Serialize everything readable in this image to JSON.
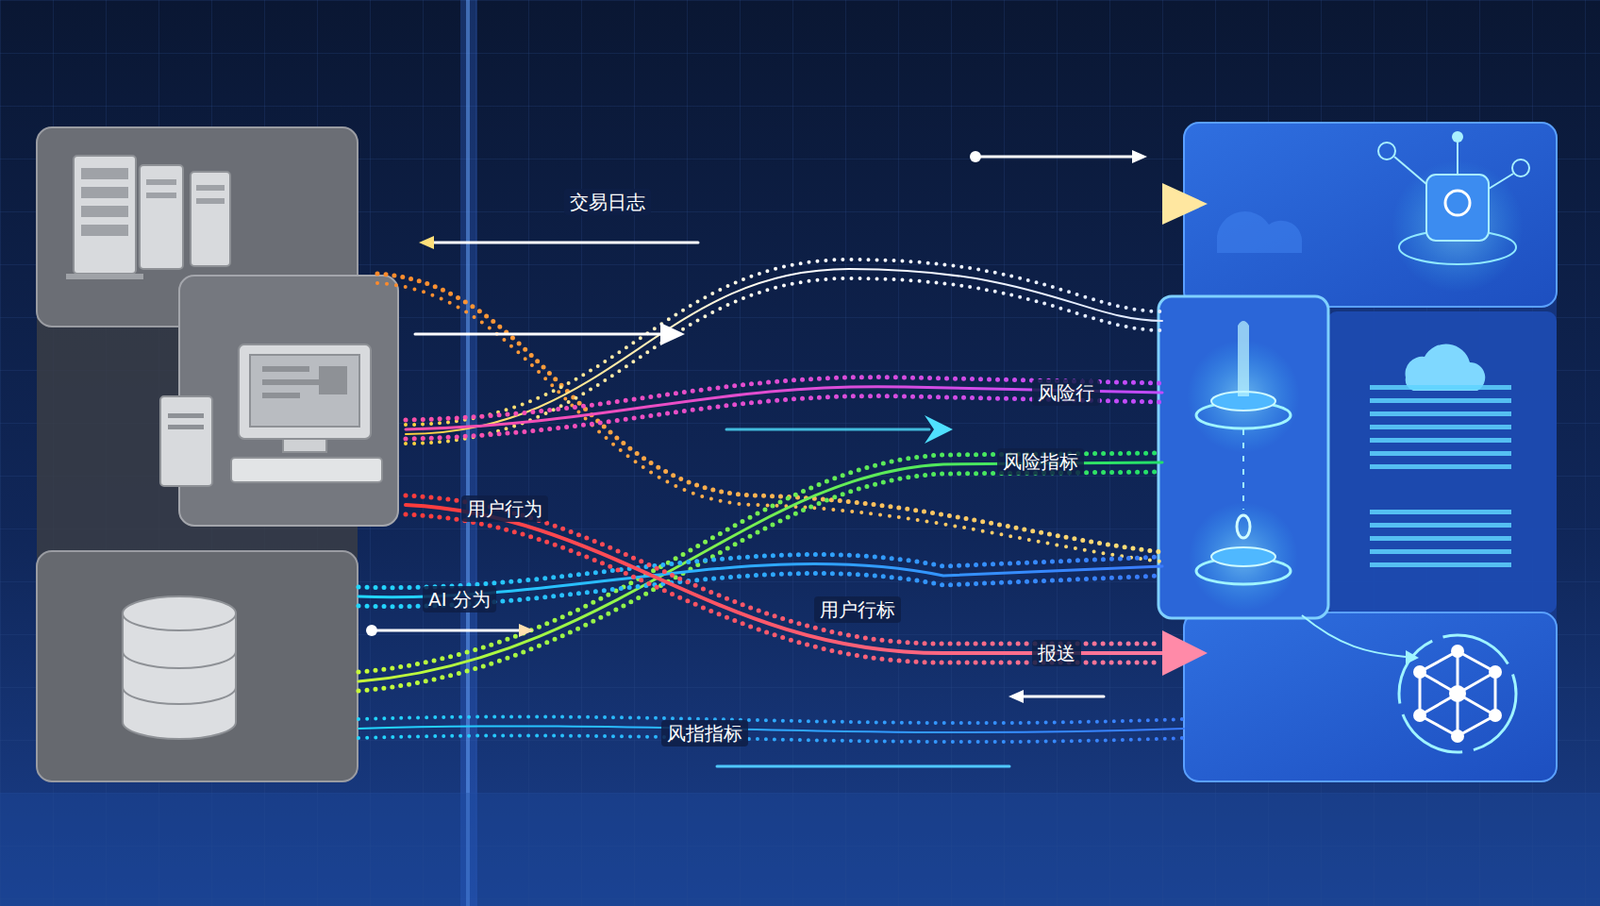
{
  "diagram": {
    "labels": [
      "交易日志",
      "风险行",
      "风险指标",
      "用户行为",
      "AI 分为",
      "用户行标",
      "报送",
      "风指指标"
    ]
  }
}
